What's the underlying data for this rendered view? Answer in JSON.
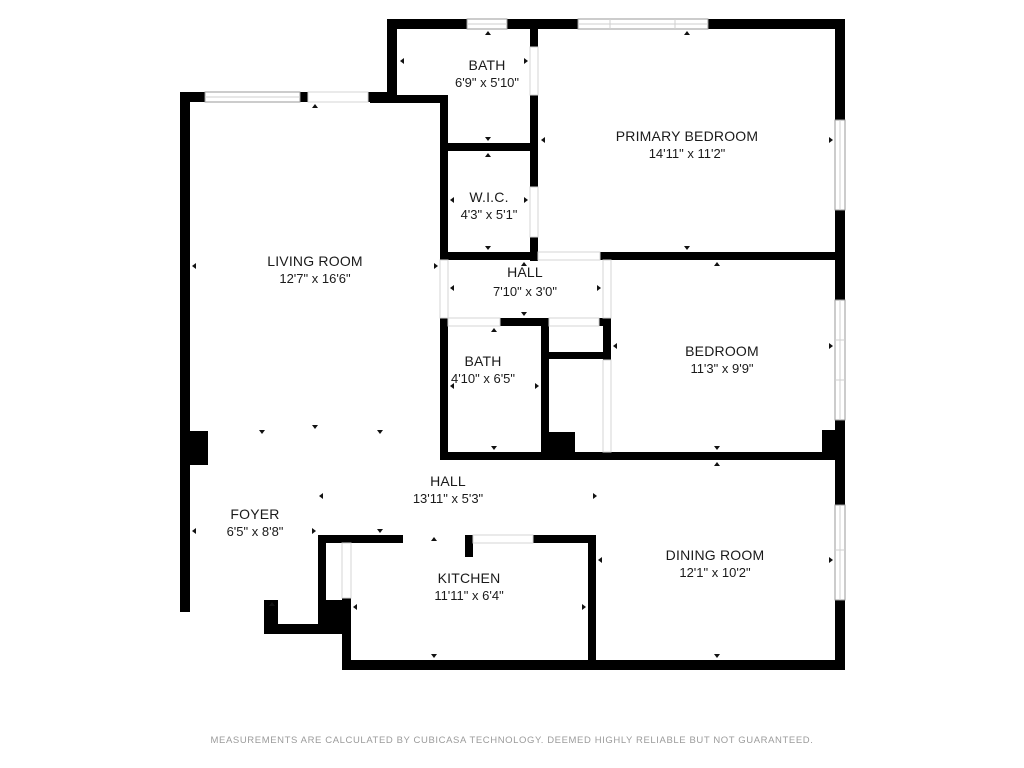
{
  "rooms": {
    "bath_primary": {
      "name": "BATH",
      "dims": "6'9\" x 5'10\""
    },
    "primary_bedroom": {
      "name": "PRIMARY BEDROOM",
      "dims": "14'11\" x 11'2\""
    },
    "wic": {
      "name": "W.I.C.",
      "dims": "4'3\" x 5'1\""
    },
    "living_room": {
      "name": "LIVING ROOM",
      "dims": "12'7\" x 16'6\""
    },
    "hall_upper": {
      "name": "HALL",
      "dims": "7'10\" x 3'0\""
    },
    "bath_second": {
      "name": "BATH",
      "dims": "4'10\" x 6'5\""
    },
    "bedroom": {
      "name": "BEDROOM",
      "dims": "11'3\" x 9'9\""
    },
    "hall_main": {
      "name": "HALL",
      "dims": "13'11\" x 5'3\""
    },
    "foyer": {
      "name": "FOYER",
      "dims": "6'5\" x 8'8\""
    },
    "kitchen": {
      "name": "KITCHEN",
      "dims": "11'11\" x 6'4\""
    },
    "dining_room": {
      "name": "DINING ROOM",
      "dims": "12'1\" x 10'2\""
    }
  },
  "disclaimer": "MEASUREMENTS ARE CALCULATED BY CUBICASA TECHNOLOGY. DEEMED HIGHLY RELIABLE BUT NOT GUARANTEED."
}
